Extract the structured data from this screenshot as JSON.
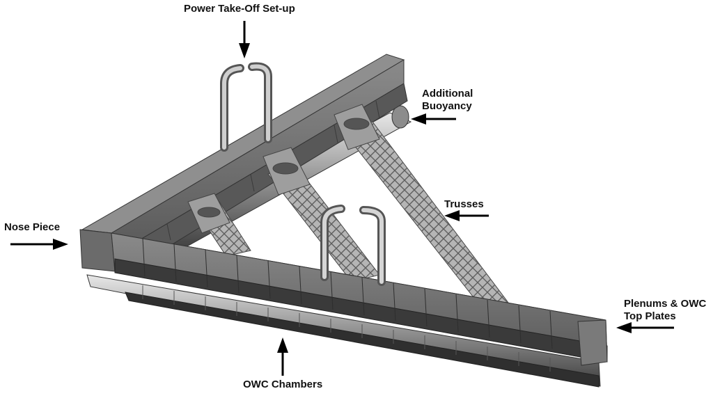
{
  "labels": {
    "power_take_off": "Power Take-Off Set-up",
    "additional_buoyancy_line1": "Additional",
    "additional_buoyancy_line2": "Buoyancy",
    "trusses": "Trusses",
    "nose_piece": "Nose Piece",
    "plenums_line1": "Plenums & OWC",
    "plenums_line2": "Top Plates",
    "owc_chambers": "OWC Chambers"
  },
  "colors": {
    "structure_dark": "#4a4a4a",
    "structure_mid": "#6f6f6f",
    "structure_light": "#9c9c9c",
    "highlight": "#d9d9d9",
    "arrow": "#000000"
  }
}
